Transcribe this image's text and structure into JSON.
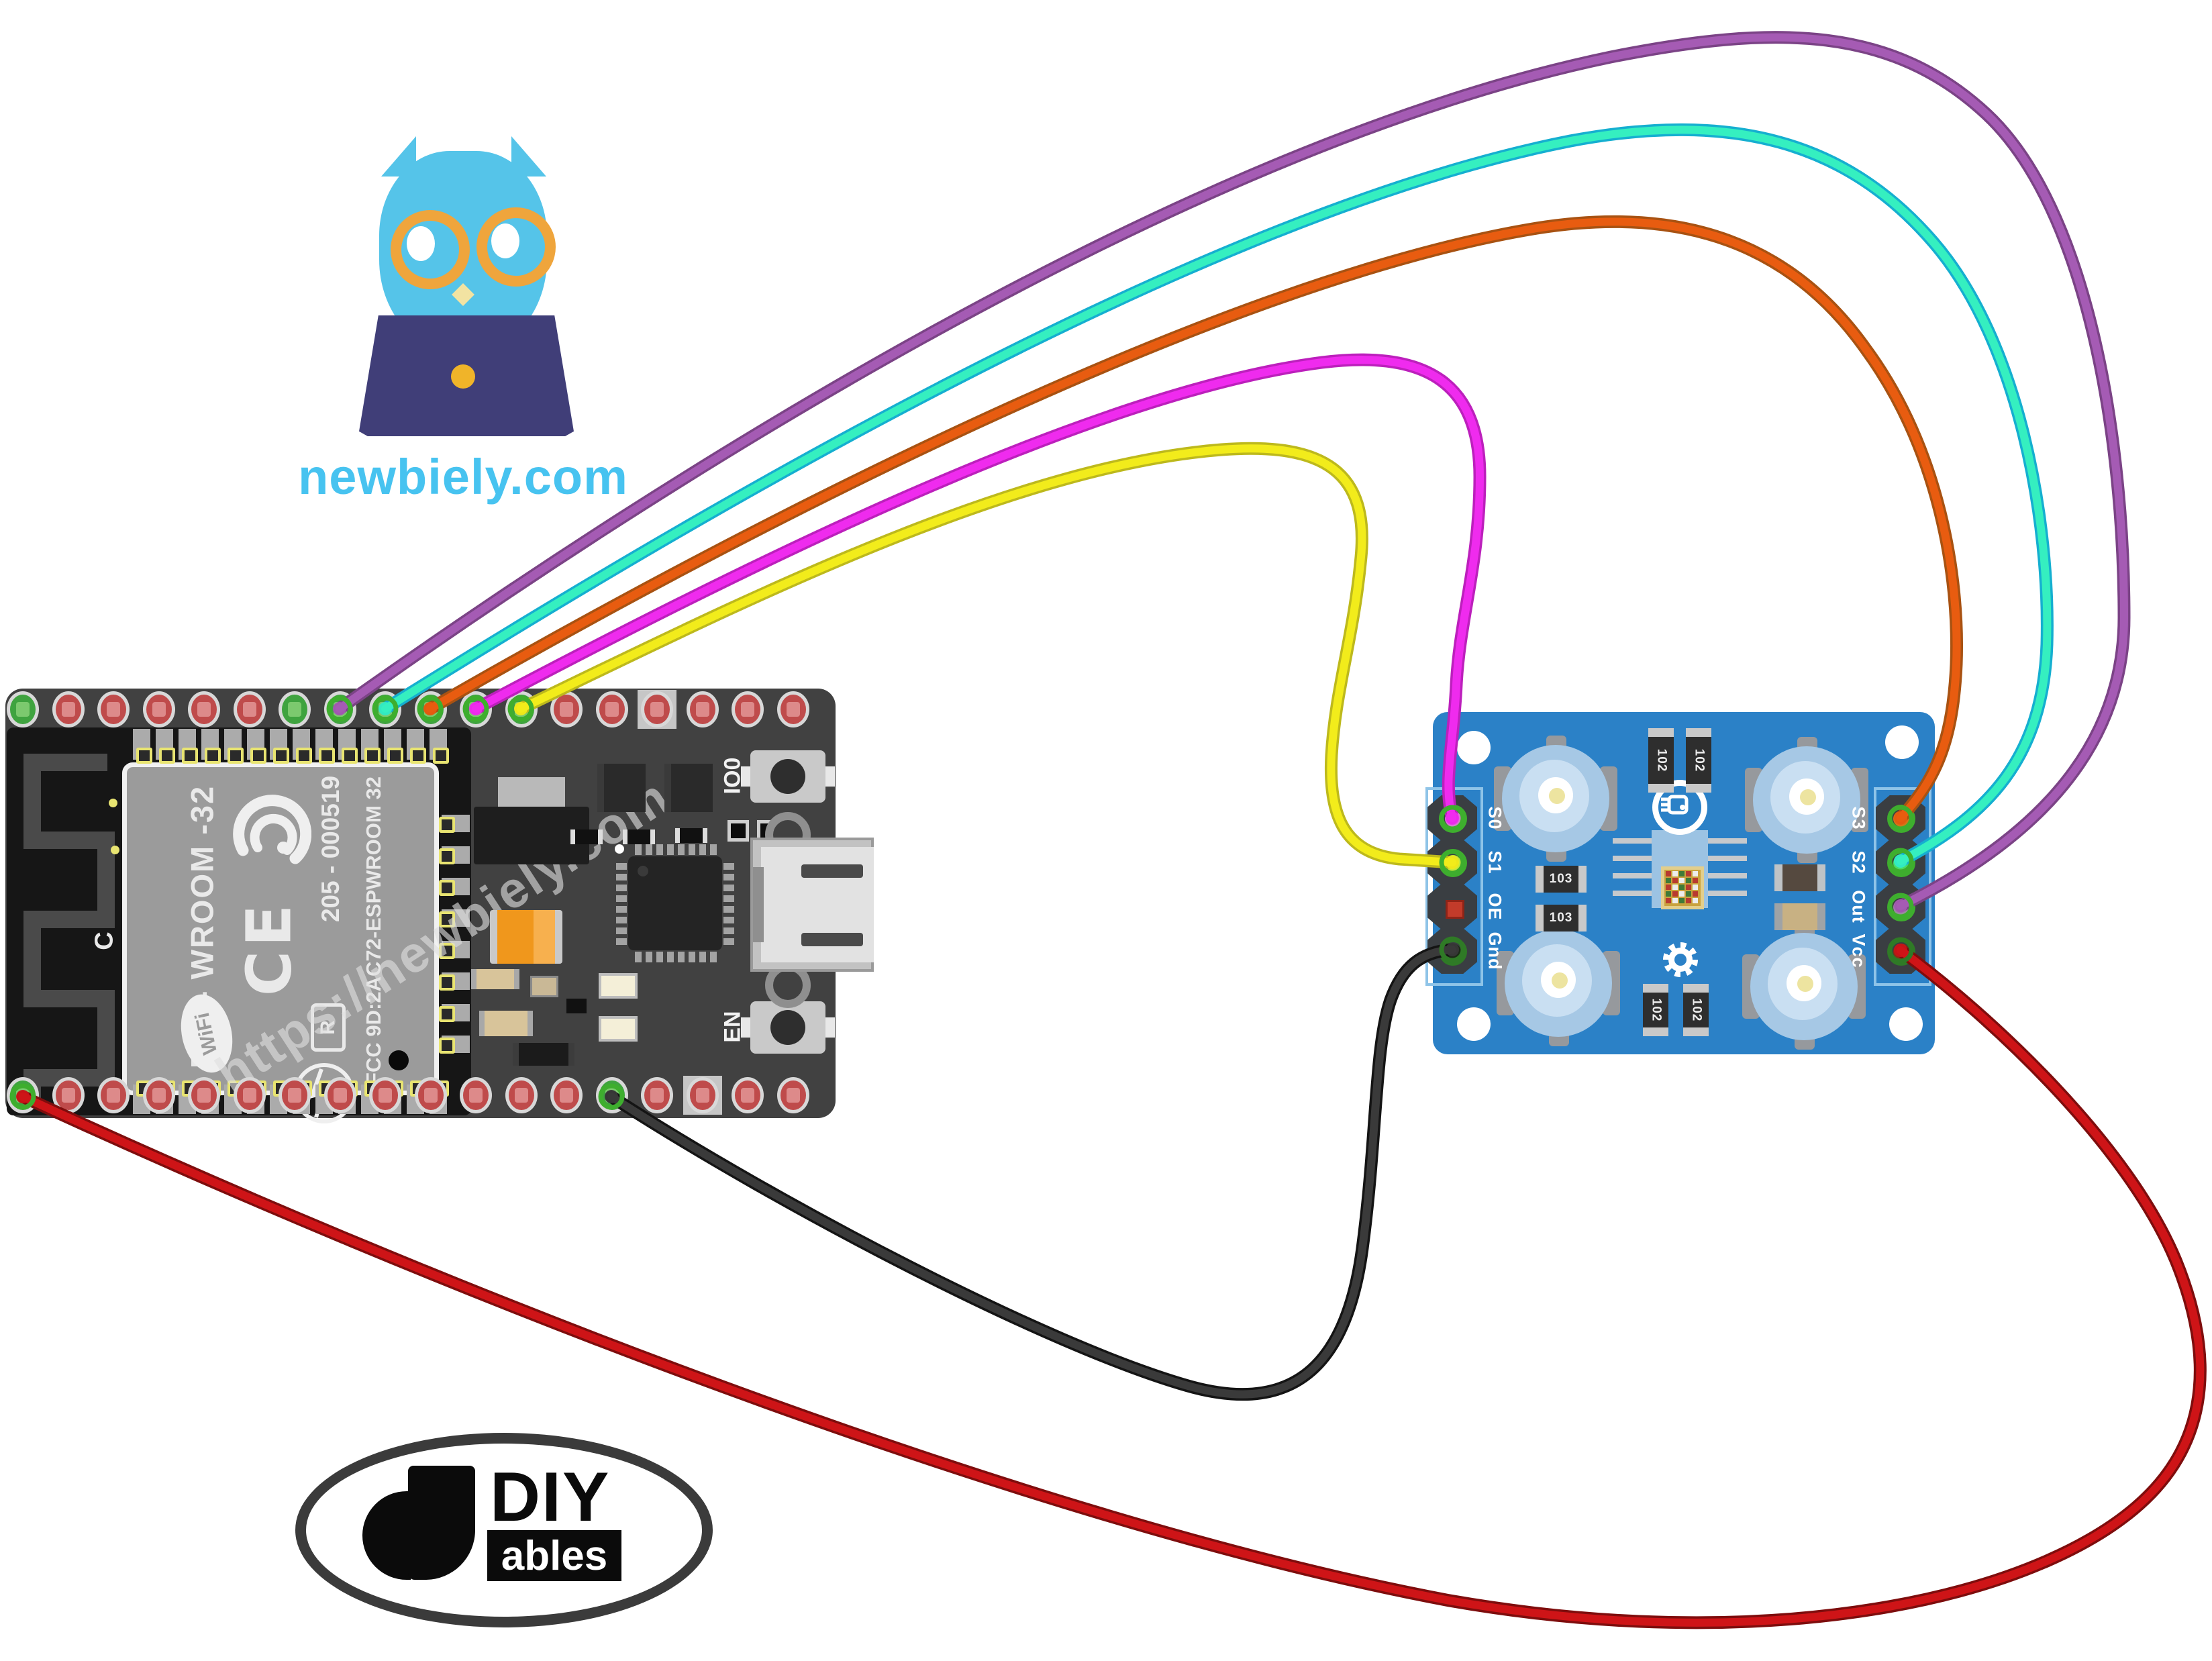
{
  "brand": {
    "site": "newbiely.com",
    "watermark": "https://newbiely.com"
  },
  "diyables": {
    "diy": "DIY",
    "ables": "ables"
  },
  "esp32": {
    "module": {
      "name": "ESP- WROOM -32",
      "serial": "205 - 000519",
      "fcc": "FCC 9D:2AC72-ESPWROOM 32",
      "r_mark": "R",
      "wifi_label": "WiFi",
      "antenna_label": "C"
    },
    "buttons": [
      {
        "label": "IO0"
      },
      {
        "label": "EN"
      }
    ],
    "top_pins": {
      "count": 18,
      "green_pins": [
        1,
        7
      ],
      "pad_pins": [
        15
      ],
      "wired": {
        "8": "purple",
        "9": "cyan",
        "10": "orange",
        "11": "magenta",
        "12": "yellow"
      }
    },
    "bottom_pins": {
      "count": 18,
      "green_pins": [],
      "pad_pins": [
        16
      ],
      "wired": {
        "1": "red",
        "14": "black"
      }
    }
  },
  "sensor": {
    "left_pins": [
      {
        "label": "S0",
        "wire": "magenta"
      },
      {
        "label": "S1",
        "wire": "yellow"
      },
      {
        "label": "OE",
        "wire": null
      },
      {
        "label": "Gnd",
        "wire": "black"
      }
    ],
    "right_pins": [
      {
        "label": "S3",
        "wire": "orange"
      },
      {
        "label": "S2",
        "wire": "cyan"
      },
      {
        "label": "Out",
        "wire": "purple"
      },
      {
        "label": "Vcc",
        "wire": "red"
      }
    ],
    "resistors": {
      "top": [
        "102",
        "102"
      ],
      "middle_left": [
        "103",
        "103"
      ],
      "bottom": [
        "102",
        "102"
      ]
    }
  },
  "wires": [
    {
      "id": "purple",
      "color": "#A55BB4",
      "edge": "#7B4386",
      "from": "esp32-top-pin-8",
      "to": "sensor-out-pin"
    },
    {
      "id": "cyan",
      "color": "#35EFC0",
      "edge": "#15AFD0",
      "from": "esp32-top-pin-9",
      "to": "sensor-s2-pin"
    },
    {
      "id": "orange",
      "color": "#E85C10",
      "edge": "#A85212",
      "from": "esp32-top-pin-10",
      "to": "sensor-s3-pin"
    },
    {
      "id": "magenta",
      "color": "#EF2BEE",
      "edge": "#BC20BC",
      "from": "esp32-top-pin-11",
      "to": "sensor-s0-pin"
    },
    {
      "id": "yellow",
      "color": "#F2EC1B",
      "edge": "#BDB91C",
      "from": "esp32-top-pin-12",
      "to": "sensor-s1-pin"
    },
    {
      "id": "black",
      "color": "#3A3A3A",
      "edge": "#141414",
      "from": "esp32-bottom-pin-14",
      "to": "sensor-gnd-pin"
    },
    {
      "id": "red",
      "color": "#CE1417",
      "edge": "#7E0D0D",
      "from": "esp32-bottom-pin-1",
      "to": "sensor-vcc-pin"
    }
  ],
  "colors": {
    "esp_board": "#414141",
    "sensor_board": "#2B81C7",
    "pin_red": "#BF4B4B",
    "pin_red_sq": "#DD8A8A",
    "pin_green": "#3FA33F",
    "pin_green_sq": "#7CC96E",
    "ring_bright": "#3EAE2E",
    "ring_dark": "#2F7A26",
    "accent_blue": "#47C3F0",
    "logo_orange": "#EFA53C",
    "laptop_purple": "#403E78"
  }
}
